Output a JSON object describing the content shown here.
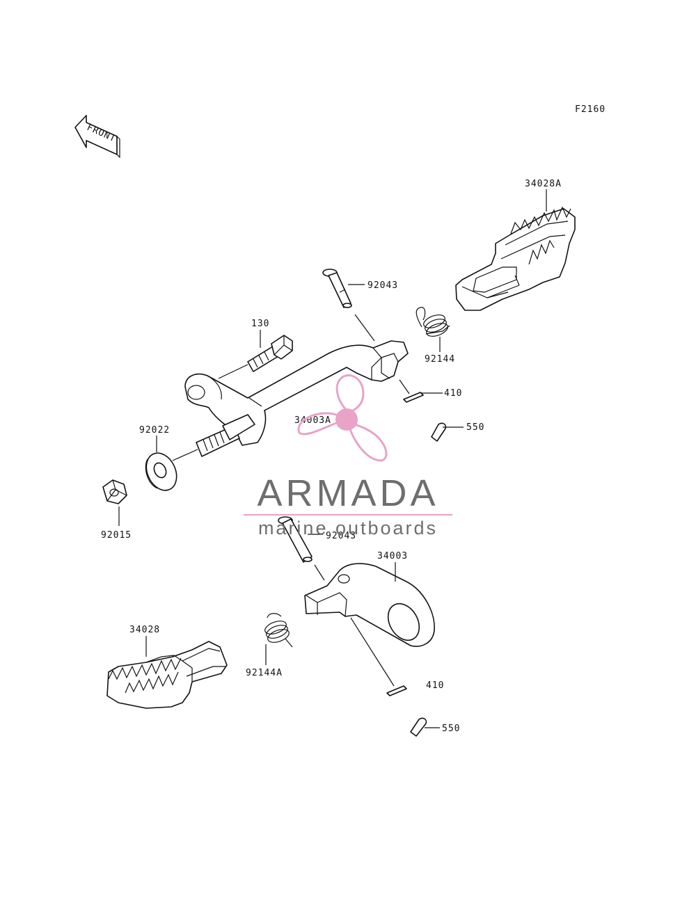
{
  "figure_code": "F2160",
  "front_arrow_text": "FRONT",
  "parts": [
    {
      "id": "p1",
      "number": "34028A"
    },
    {
      "id": "p2",
      "number": "92043"
    },
    {
      "id": "p3",
      "number": "130"
    },
    {
      "id": "p4",
      "number": "92144"
    },
    {
      "id": "p5",
      "number": "410"
    },
    {
      "id": "p6",
      "number": "34003A"
    },
    {
      "id": "p7",
      "number": "550"
    },
    {
      "id": "p8",
      "number": "92022"
    },
    {
      "id": "p9",
      "number": "92015"
    },
    {
      "id": "p10",
      "number": "92043"
    },
    {
      "id": "p11",
      "number": "34003"
    },
    {
      "id": "p12",
      "number": "34028"
    },
    {
      "id": "p13",
      "number": "92144A"
    },
    {
      "id": "p14",
      "number": "410"
    },
    {
      "id": "p15",
      "number": "550"
    }
  ],
  "watermark": {
    "brand": "ARMADA",
    "tagline": "marine outboards",
    "accent_color": "#e8a3c6",
    "text_color": "#6e6e6e"
  }
}
